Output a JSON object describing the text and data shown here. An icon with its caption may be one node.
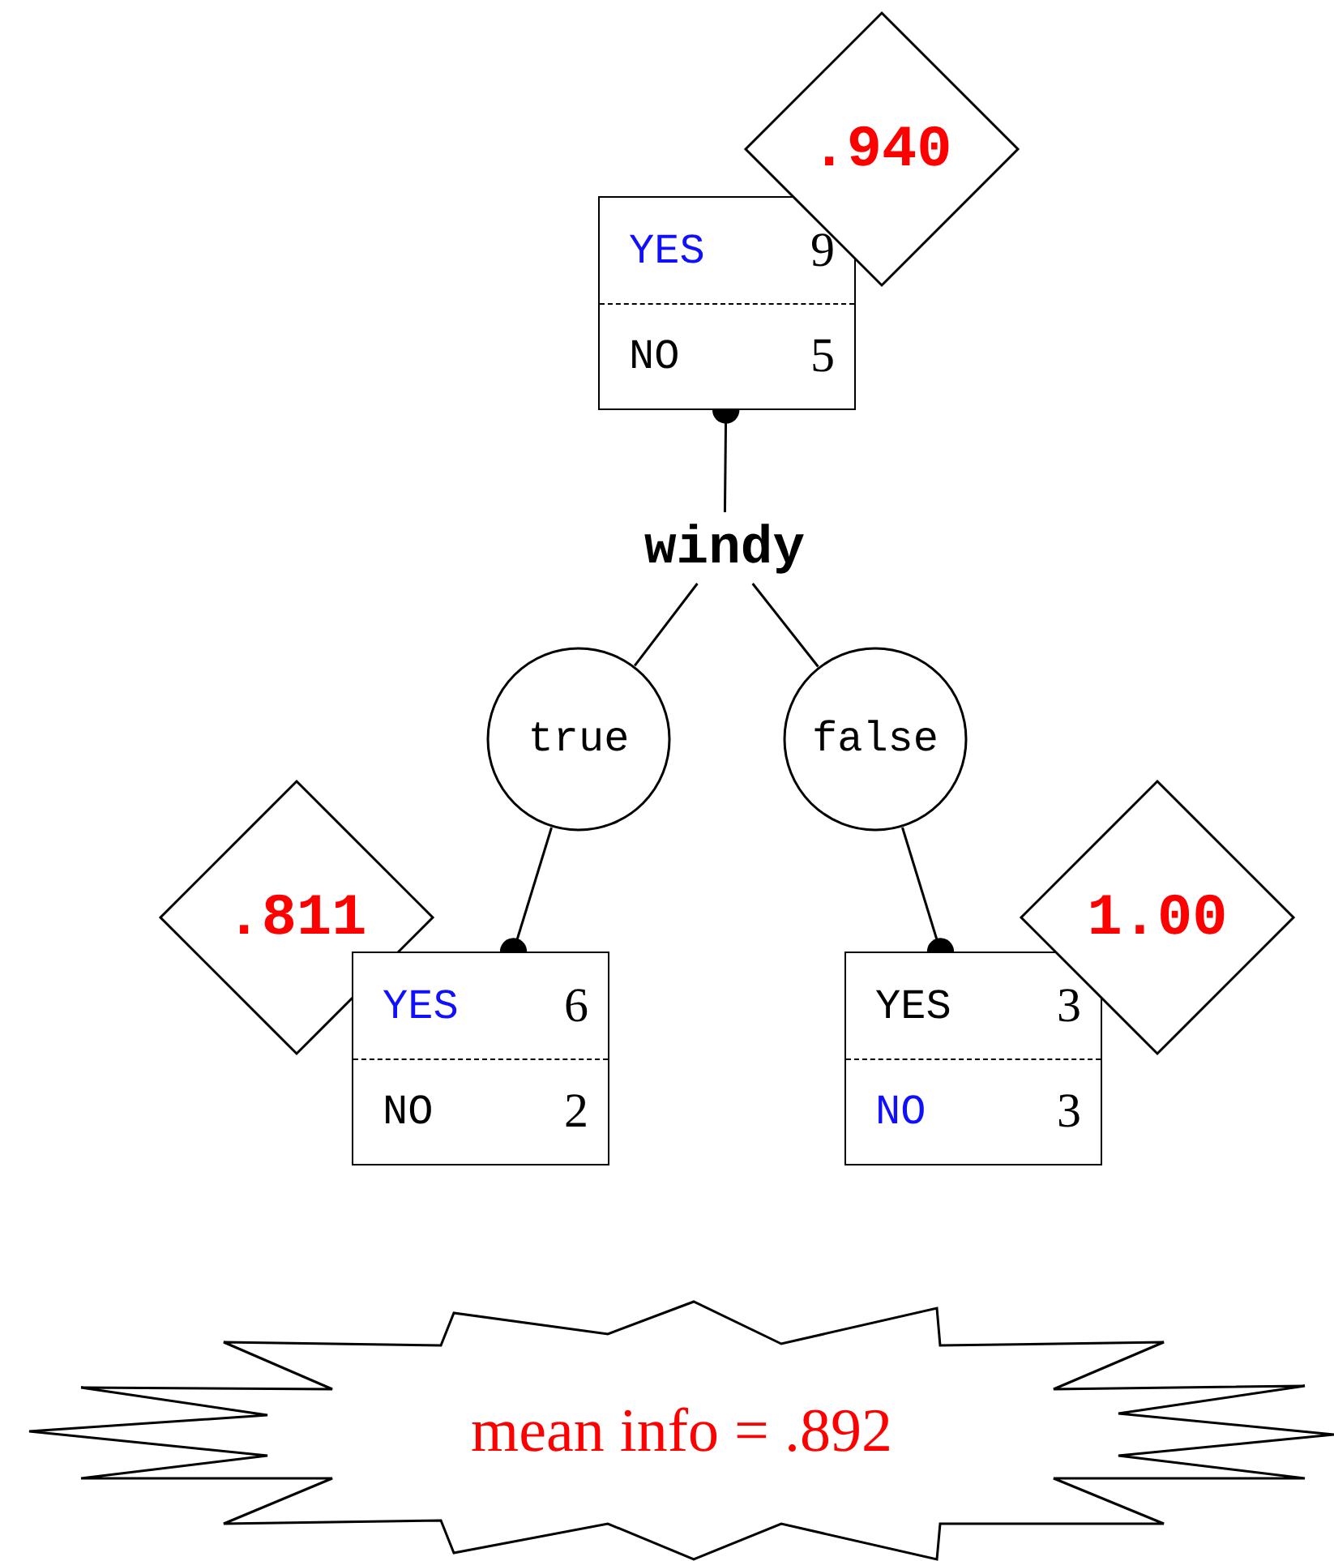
{
  "diagram": {
    "nodes": [
      {
        "text": [
          "YES",
          "9",
          "NO",
          "5"
        ]
      },
      {
        "text": [
          ".940"
        ]
      },
      {
        "text": [
          "windy"
        ]
      },
      {
        "text": [
          "true"
        ]
      },
      {
        "text": [
          "false"
        ]
      },
      {
        "text": [
          ".811"
        ]
      },
      {
        "text": [
          "YES",
          "6",
          "NO",
          "2"
        ]
      },
      {
        "text": [
          "YES",
          "3",
          "NO",
          "3"
        ]
      },
      {
        "text": [
          "1.00"
        ]
      },
      {
        "text": [
          "mean info = .892"
        ]
      }
    ],
    "edges": [
      {
        "from": 2,
        "to": 0,
        "arrow": "other"
      },
      {
        "from": 2,
        "to": 3,
        "arrow": "none"
      },
      {
        "from": 2,
        "to": 4,
        "arrow": "none"
      },
      {
        "from": 3,
        "to": 6,
        "arrow": "other"
      },
      {
        "from": 4,
        "to": 7,
        "arrow": "other"
      }
    ]
  }
}
